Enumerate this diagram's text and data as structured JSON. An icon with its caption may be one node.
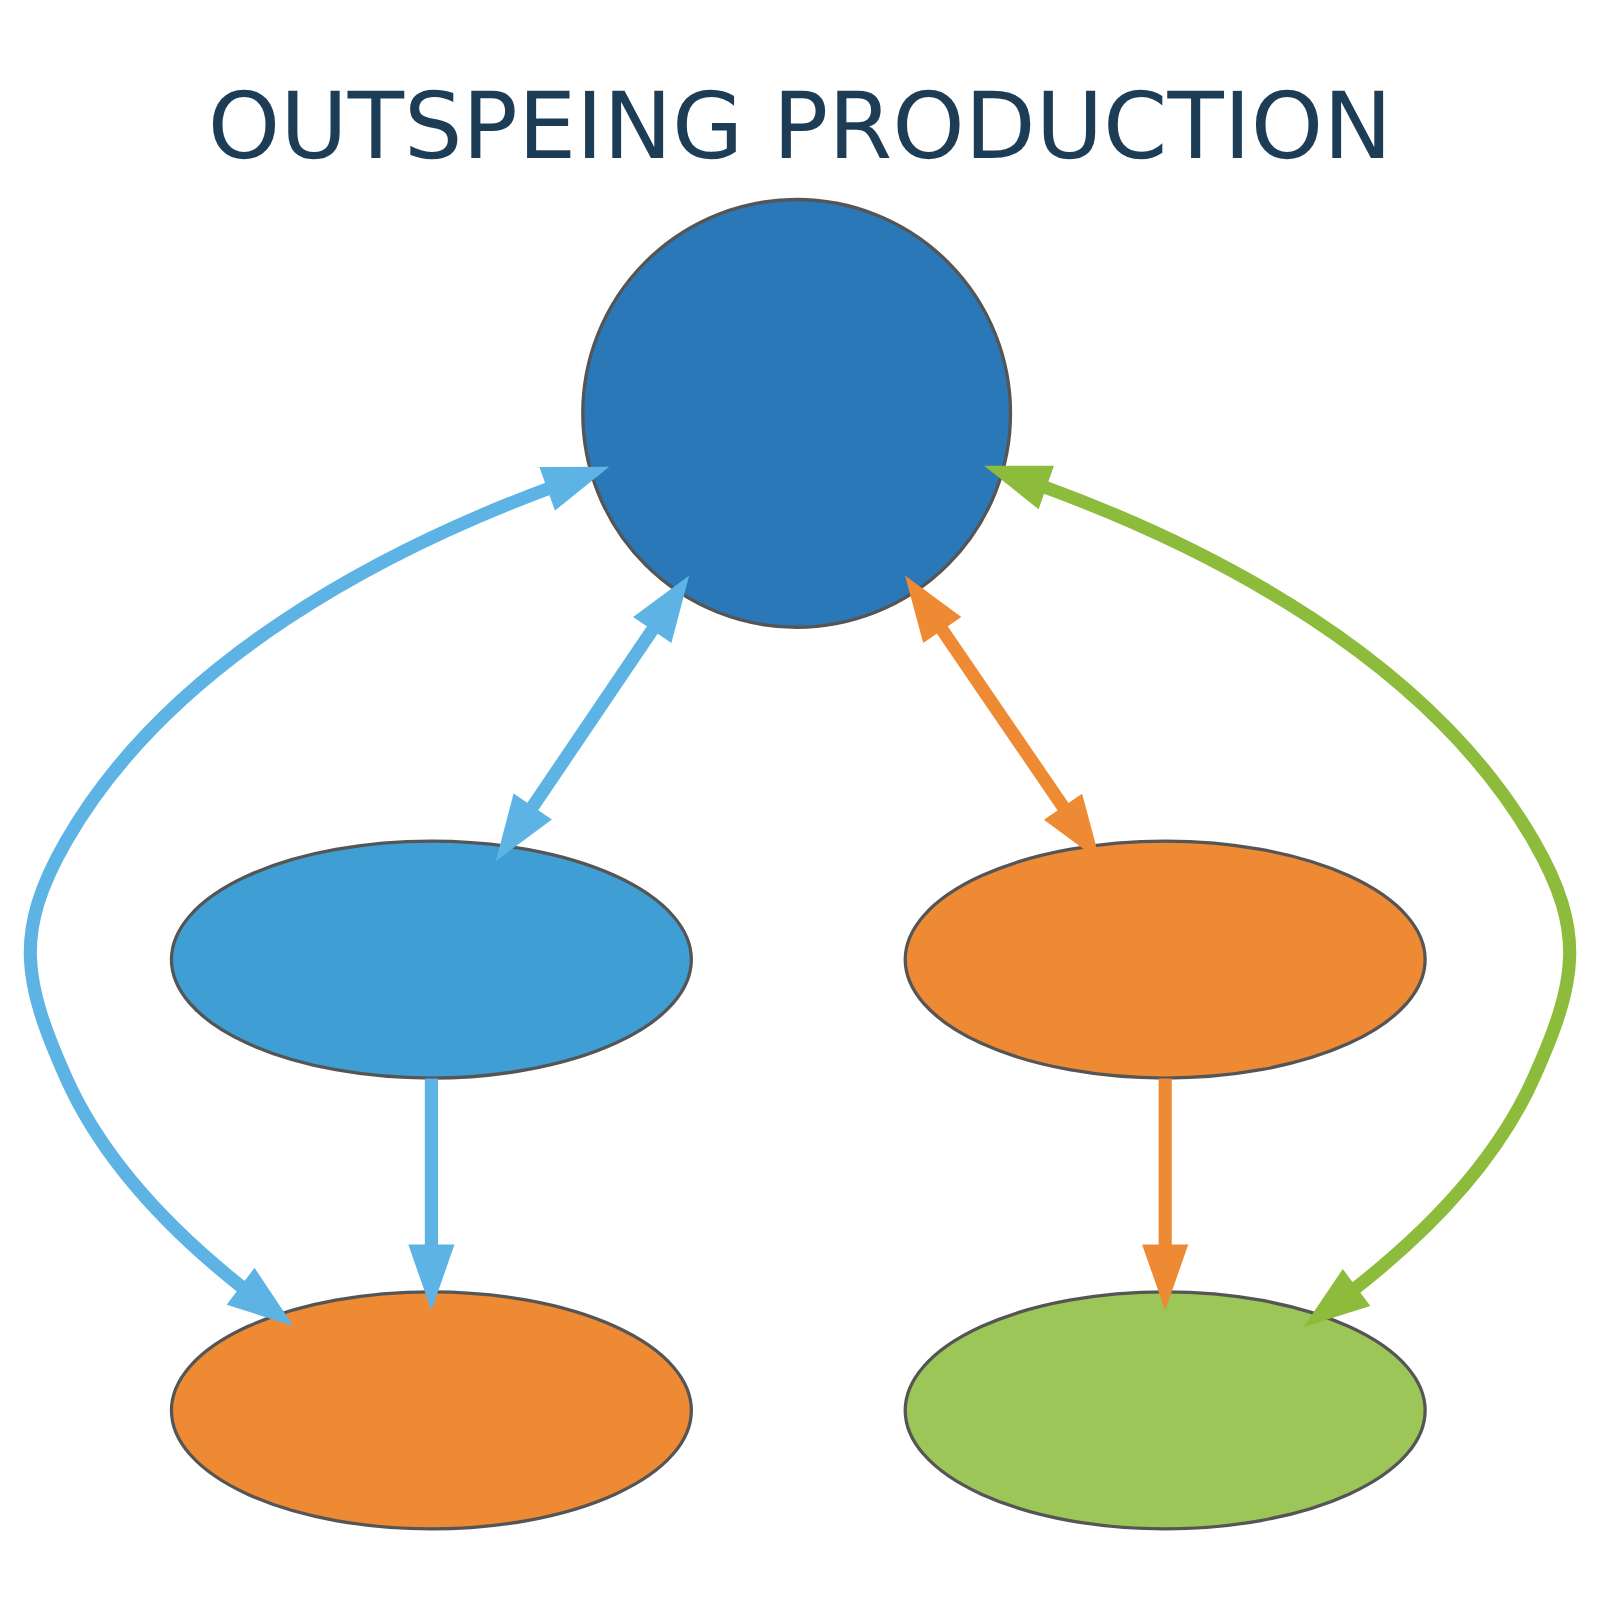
{
  "diagram": {
    "title": "OUTSPEING PRODUCTION",
    "nodes": [
      {
        "text": [],
        "shape": "circle"
      },
      {
        "text": [],
        "shape": "ellipse"
      },
      {
        "text": [],
        "shape": "ellipse"
      },
      {
        "text": [],
        "shape": "ellipse"
      },
      {
        "text": [],
        "shape": "ellipse"
      }
    ],
    "edges": [
      {
        "from": 0,
        "to": 1,
        "arrow": "both"
      },
      {
        "from": 0,
        "to": 2,
        "arrow": "both",
        "color": "#8dbb3c"
      },
      {
        "from": 3,
        "to": 1,
        "arrow": "to"
      },
      {
        "from": 0,
        "to": 3,
        "arrow": "both"
      },
      {
        "from": 0,
        "to": 4,
        "arrow": "both",
        "color": "#ee8a33"
      },
      {
        "from": 4,
        "to": 2,
        "arrow": "to",
        "color": "#ee8a33"
      }
    ]
  }
}
